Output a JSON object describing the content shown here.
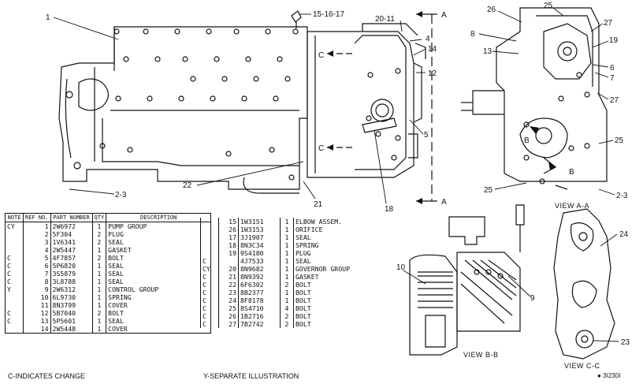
{
  "callouts": {
    "c1": "1",
    "c15": "15-16-17",
    "c20": "20-11",
    "c4": "4",
    "c14": "14",
    "c12": "12",
    "c5": "5",
    "c18": "18",
    "c21": "21",
    "c22": "22",
    "c23a": "2-3",
    "cC1": "C",
    "cC2": "C",
    "cA1": "A",
    "cA2": "A",
    "r26": "26",
    "r25": "25",
    "r8": "8",
    "r13": "13",
    "r27a": "27",
    "r19": "19",
    "r6": "6",
    "r7": "7",
    "r27b": "27",
    "r25b": "25",
    "r25c": "25",
    "r23": "2-3",
    "rB1": "B",
    "rB2": "B",
    "b10": "10",
    "b9": "9",
    "b24": "24",
    "b23": "23"
  },
  "views": {
    "aa": "VIEW A-A",
    "bb": "VIEW B-B",
    "cc": "VIEW C-C"
  },
  "table_headers": {
    "note": "NOTE",
    "ref": "REF NO.",
    "part": "PART NUMBER",
    "qty": "QTY",
    "desc": "DESCRIPTION"
  },
  "parts_left": [
    {
      "note": "CY",
      "ref": "1",
      "part": "2W6972",
      "qty": "1",
      "desc": "PUMP GROUP"
    },
    {
      "note": "",
      "ref": "2",
      "part": "5F304",
      "qty": "2",
      "desc": "PLUG"
    },
    {
      "note": "",
      "ref": "3",
      "part": "1V6341",
      "qty": "2",
      "desc": "SEAL"
    },
    {
      "note": "",
      "ref": "4",
      "part": "2W5447",
      "qty": "1",
      "desc": "GASKET"
    },
    {
      "note": "C",
      "ref": "5",
      "part": "4F7857",
      "qty": "2",
      "desc": "BOLT"
    },
    {
      "note": "C",
      "ref": "6",
      "part": "5P6820",
      "qty": "1",
      "desc": "SEAL"
    },
    {
      "note": "C",
      "ref": "7",
      "part": "3S5879",
      "qty": "1",
      "desc": "SEAL"
    },
    {
      "note": "C",
      "ref": "8",
      "part": "3L8788",
      "qty": "1",
      "desc": "SEAL"
    },
    {
      "note": "Y",
      "ref": "9",
      "part": "2W6312",
      "qty": "1",
      "desc": "CONTROL GROUP"
    },
    {
      "note": "",
      "ref": "10",
      "part": "6L9730",
      "qty": "1",
      "desc": "SPRING"
    },
    {
      "note": "",
      "ref": "11",
      "part": "8N3799",
      "qty": "1",
      "desc": "COVER"
    },
    {
      "note": "C",
      "ref": "12",
      "part": "5B7040",
      "qty": "2",
      "desc": "BOLT"
    },
    {
      "note": "C",
      "ref": "13",
      "part": "5P5601",
      "qty": "1",
      "desc": "SEAL"
    },
    {
      "note": "",
      "ref": "14",
      "part": "2W5448",
      "qty": "1",
      "desc": "COVER"
    }
  ],
  "parts_right": [
    {
      "note": "",
      "ref": "15",
      "part": "1W3151",
      "qty": "1",
      "desc": "ELBOW ASSEM."
    },
    {
      "note": "",
      "ref": "26",
      "part": "1W3153",
      "qty": "1",
      "desc": "ORIFICE"
    },
    {
      "note": "",
      "ref": "17",
      "part": "3J1907",
      "qty": "1",
      "desc": "SEAL"
    },
    {
      "note": "",
      "ref": "18",
      "part": "8N3C34",
      "qty": "1",
      "desc": "SPRING"
    },
    {
      "note": "",
      "ref": "19",
      "part": "9S4180",
      "qty": "1",
      "desc": "PLUG"
    },
    {
      "note": "C",
      "ref": "",
      "part": "4J7533",
      "qty": "1",
      "desc": "SEAL"
    },
    {
      "note": "CY",
      "ref": "20",
      "part": "8N9682",
      "qty": "1",
      "desc": "GOVERNOR GROUP"
    },
    {
      "note": "C",
      "ref": "21",
      "part": "8N9392",
      "qty": "1",
      "desc": "GASKET"
    },
    {
      "note": "C",
      "ref": "22",
      "part": "6F6302",
      "qty": "2",
      "desc": "BOLT"
    },
    {
      "note": "C",
      "ref": "23",
      "part": "8B2377",
      "qty": "1",
      "desc": "BOLT"
    },
    {
      "note": "C",
      "ref": "24",
      "part": "8F8178",
      "qty": "1",
      "desc": "BOLT"
    },
    {
      "note": "C",
      "ref": "25",
      "part": "8S4710",
      "qty": "4",
      "desc": "BOLT"
    },
    {
      "note": "C",
      "ref": "26",
      "part": "1B2716",
      "qty": "2",
      "desc": "BOLT"
    },
    {
      "note": "C",
      "ref": "27",
      "part": "7B2742",
      "qty": "2",
      "desc": "BOLT"
    }
  ],
  "footer": {
    "change_note": "C-INDICATES CHANGE",
    "sep_note": "Y-SEPARATE ILLUSTRATION",
    "fig_no": "● 3I230I"
  }
}
